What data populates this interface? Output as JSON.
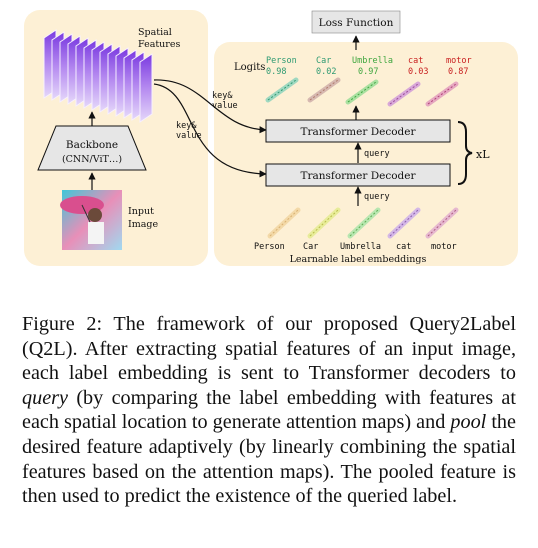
{
  "figure": {
    "loss_function": "Loss Function",
    "logits_label": "Logits",
    "spatial_features_line1": "Spatial",
    "spatial_features_line2": "Features",
    "backbone_line1": "Backbone",
    "backbone_line2": "(CNN/ViT…)",
    "input_image_line1": "Input",
    "input_image_line2": "Image",
    "key_value_top_line1": "key&",
    "key_value_top_line2": "value",
    "key_value_bottom_line1": "key&",
    "key_value_bottom_line2": "value",
    "decoder_label": "Transformer Decoder",
    "query_label": "query",
    "repeat_label": "xL",
    "learnable_embeddings_label": "Learnable label embeddings",
    "labels": [
      "Person",
      "Car",
      "Umbrella",
      "cat",
      "motor"
    ],
    "logit_values": [
      "0.98",
      "0.02",
      "0.97",
      "0.03",
      "0.87"
    ],
    "colors": {
      "panel": "#fdf0d5",
      "decoder_fill": "#e6e6e6",
      "loss_fill": "#e6e6e6",
      "person": "#2e9a72",
      "car": "#2e9a72",
      "umbrella": "#3fa63f",
      "cat": "#c81e1e",
      "motor": "#c81e1e",
      "feature_purple": "#8a46e0",
      "feature_light": "#d7c3f5"
    }
  },
  "caption": {
    "p1": "Figure 2:  The framework of our proposed Query2Label (Q2L). After extracting spatial features of an input image, each label embedding is sent to Transformer decoders to ",
    "query_word": "query",
    "p2": " (by comparing the label embedding with features at each spatial location to generate attention maps) and ",
    "pool_word": "pool",
    "p3": " the desired feature adaptively (by linearly combining the spatial features based on the attention maps).  The pooled feature is then used to predict the existence of the queried label."
  }
}
